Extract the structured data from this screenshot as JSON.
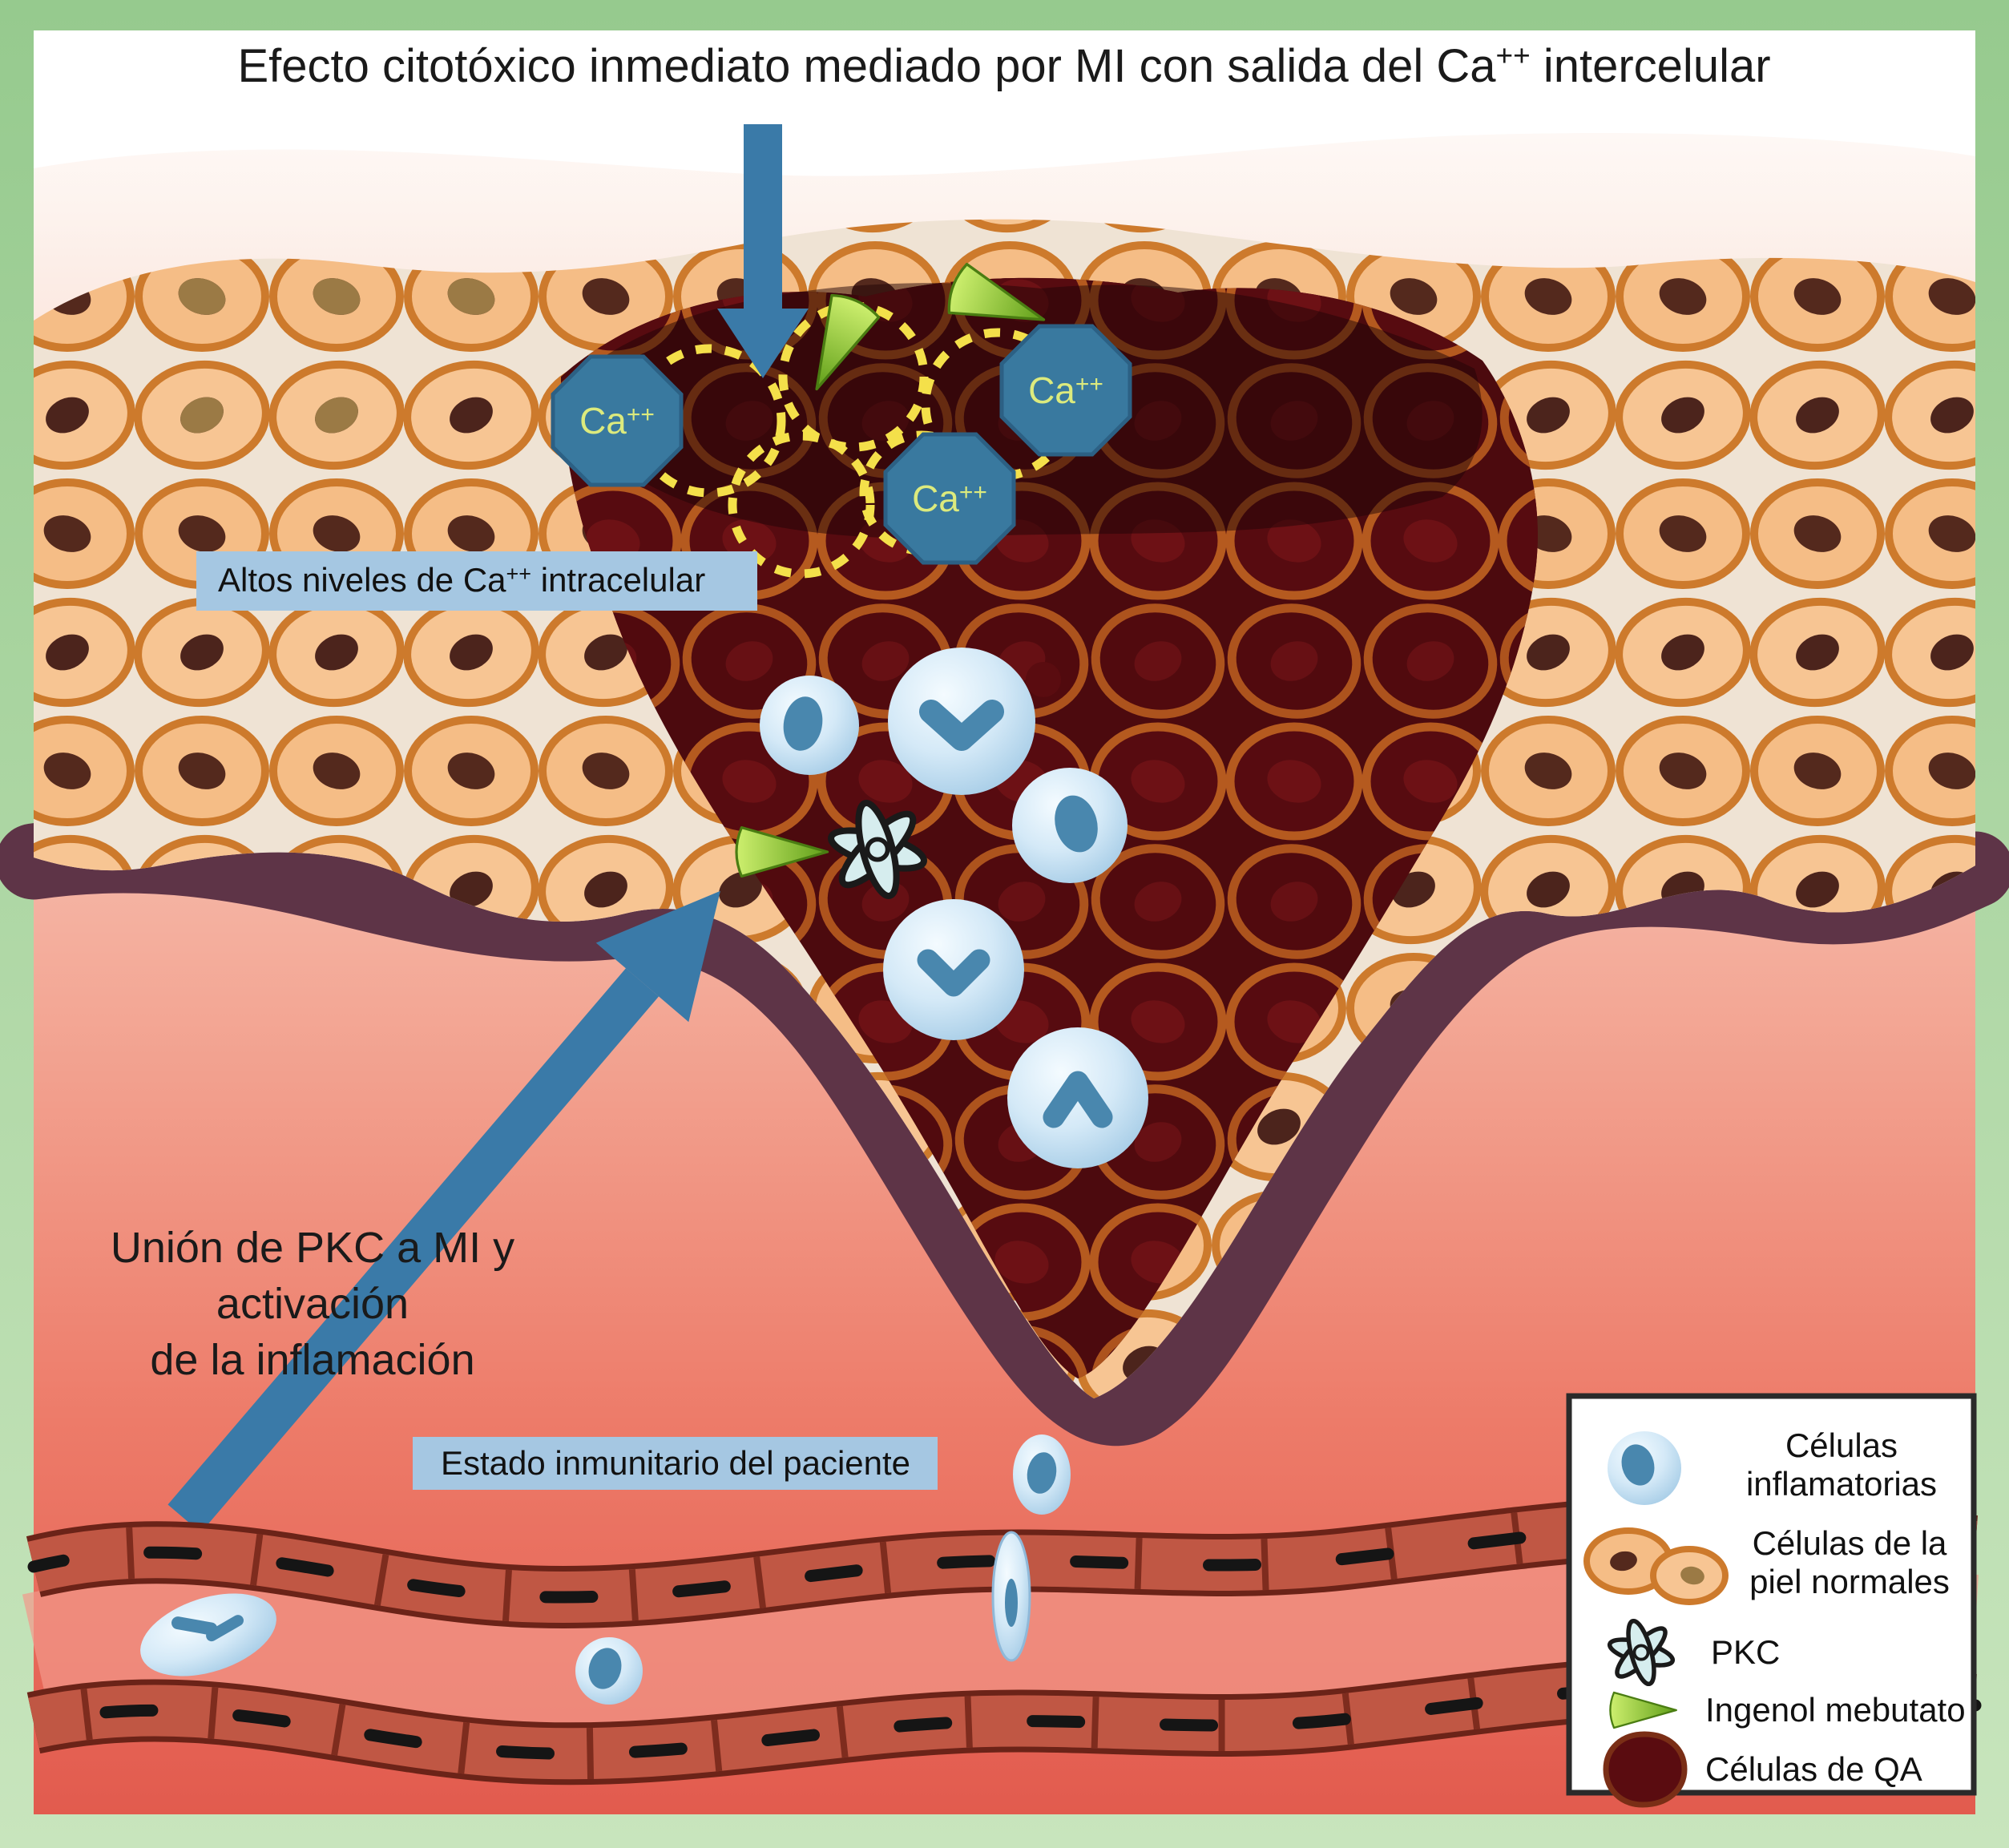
{
  "title": {
    "part1": "Efecto citotóxico inmediato mediado por MI con salida del Ca",
    "sup": "++",
    "part2": " intercelular"
  },
  "annotations": {
    "ca_badge": {
      "base": "Ca",
      "sup": "++"
    },
    "high_ca": {
      "part1": "Altos niveles de Ca",
      "sup": "++",
      "part2": " intracelular"
    },
    "pkc_binding": {
      "line1": "Unión de PKC a MI y",
      "line2": "activación",
      "line3": "de la inflamación"
    },
    "immune_status": "Estado inmunitario del paciente"
  },
  "legend": {
    "inflammatory": {
      "line1": "Células",
      "line2": "inflamatorias"
    },
    "normal_skin": {
      "line1": "Células de la",
      "line2": "piel normales"
    },
    "pkc": "PKC",
    "ingenol": "Ingenol mebutato",
    "qa": "Células de QA"
  },
  "colors": {
    "frame_green": "#a2cf99",
    "arrow_blue": "#3a7aa8",
    "ca_octagon_fill": "#39799f",
    "ca_text": "#dcea7d",
    "label_box_blue": "#a5c7e2",
    "ingenol_green": "#7cc52e",
    "normal_cell_fill": "#f5bd86",
    "normal_cell_border": "#cd7a2c",
    "qa_cell_fill": "#570b10",
    "qa_cell_border": "#b55a1f",
    "membrane_purple": "#5e3447",
    "vessel_brick": "#c05744",
    "inflammatory_blue": "#9fc8e4",
    "dashed_cell_yellow": "#f4e04a"
  }
}
